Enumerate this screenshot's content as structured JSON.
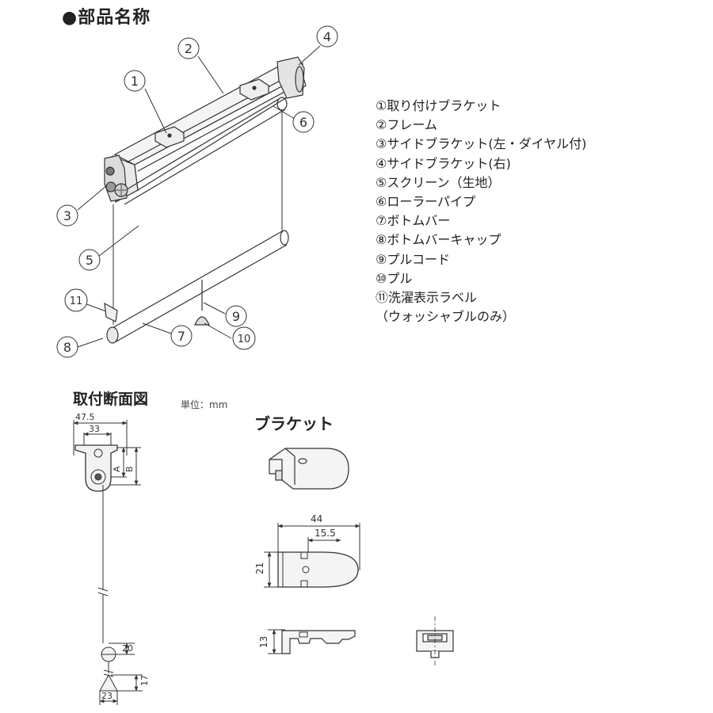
{
  "titles": {
    "parts": "●部品名称",
    "section": "取付断面図",
    "unit": "単位：mm",
    "bracket": "ブラケット"
  },
  "legend": [
    "①取り付けブラケット",
    "②フレーム",
    "③サイドブラケット(左・ダイヤル付)",
    "④サイドブラケット(右)",
    "⑤スクリーン（生地）",
    "⑥ローラーパイプ",
    "⑦ボトムバー",
    "⑧ボトムバーキャップ",
    "⑨プルコード",
    "⑩プル",
    "⑪洗濯表示ラベル",
    "（ウォッシャブルのみ）"
  ],
  "callouts": [
    "1",
    "2",
    "3",
    "4",
    "5",
    "6",
    "7",
    "8",
    "9",
    "10",
    "11"
  ],
  "dimensions": {
    "w475": "47.5",
    "w33": "33",
    "A": "A",
    "B": "B",
    "d20": "20",
    "h17": "17",
    "w23": "23",
    "w44": "44",
    "w155": "15.5",
    "h21": "21",
    "h13": "13"
  }
}
